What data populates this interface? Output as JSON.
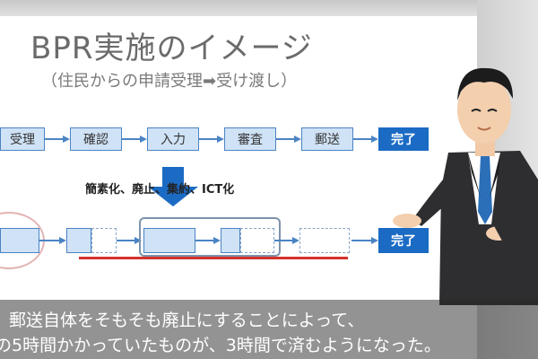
{
  "slide": {
    "title": "BPR実施のイメージ",
    "subtitle": "（住民からの申請受理➡受け渡し）"
  },
  "flow_before": {
    "steps": [
      "受理",
      "確認",
      "入力",
      "審査",
      "郵送"
    ],
    "end_label": "完了"
  },
  "improvement": {
    "label": "簡素化、廃止、集約、ICT化"
  },
  "flow_after": {
    "end_label": "完了"
  },
  "caption": {
    "line1": "郵送自体をそもそも廃止にすることによって、",
    "line2": "の5時間かかっていたものが、3時間で済むようになった。"
  },
  "colors": {
    "accent": "#1b6bc4",
    "step_fill": "#cfe2f6",
    "highlight_line": "#d4322c"
  },
  "icons": [
    "presenter-figure",
    "down-arrow-icon"
  ]
}
